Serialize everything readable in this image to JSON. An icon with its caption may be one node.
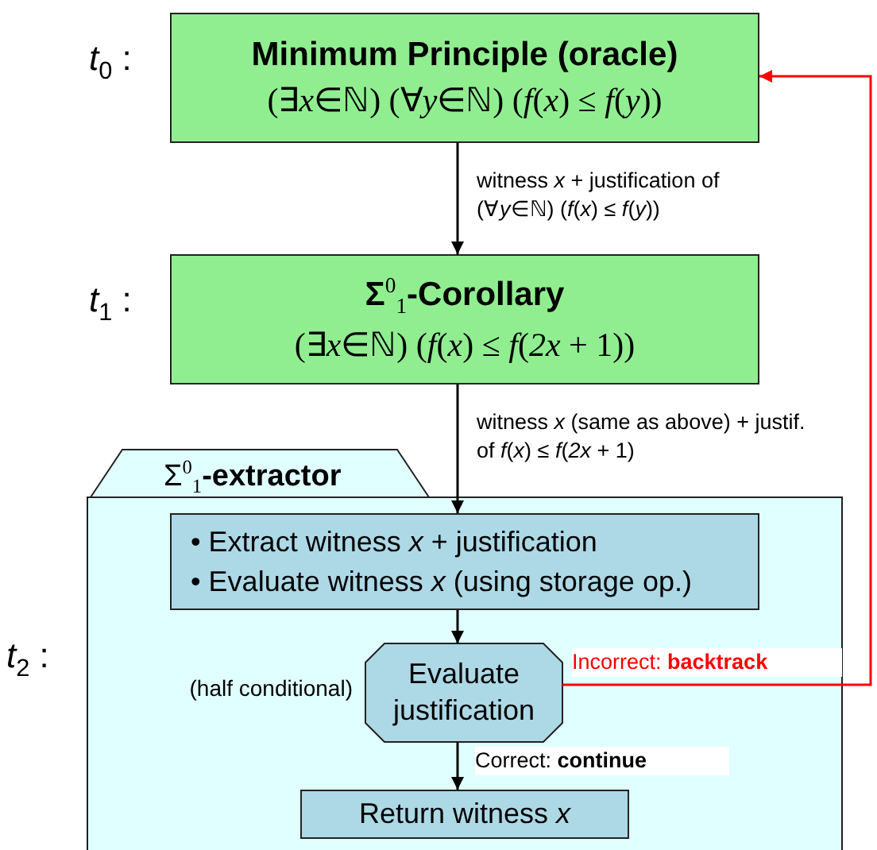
{
  "diagram": {
    "nodes": [
      {
        "text": [
          "Minimum Principle (oracle)",
          "(∃*x*∈ℕ) (∀*y*∈ℕ) (*f*(*x*) ≤ *f*(*y*))"
        ]
      },
      {
        "text": [
          "Σ$^{0}$$_{1}$**-Corollary**",
          "(∃*x*∈ℕ) (*f*(*x*) ≤ *f*(*2x* + 1))"
        ]
      },
      {
        "text": [
          "Σ$^{0}$$_{1}$**-extractor**"
        ]
      },
      {
        "text": [
          "• Extract witness *x* + justification",
          "• Evaluate witness *x* (using storage op.)"
        ],
        "in": 2
      },
      {
        "text": [
          "Evaluate justification"
        ],
        "in": 2,
        "beside": [
          "(half conditional)"
        ]
      },
      {
        "text": [
          "Return witness *x*"
        ],
        "in": 2
      }
    ],
    "edges": [
      {
        "from": 0,
        "to": 1,
        "arrow": "to",
        "label": "witness *x* + justification of (∀*y*∈ℕ) (*f*(*x*) ≤ *f*(*y*))"
      },
      {
        "from": 1,
        "to": 3,
        "arrow": "to",
        "label": "witness *x* (same as above) + justif. of *f*(*x*) ≤ *f*(*2x* + 1)"
      },
      {
        "from": 3,
        "to": 4,
        "arrow": "to"
      },
      {
        "from": 4,
        "to": 5,
        "arrow": "to",
        "label": "Correct: **continue**"
      },
      {
        "from": 4,
        "to": 0,
        "arrow": "to",
        "label": "Incorrect: **backtrack**",
        "color": "#ff0000"
      }
    ],
    "labels": [
      "*t*$_{0}$ :",
      "*t*$_{1}$ :",
      "*t*$_{2}$ :"
    ]
  }
}
